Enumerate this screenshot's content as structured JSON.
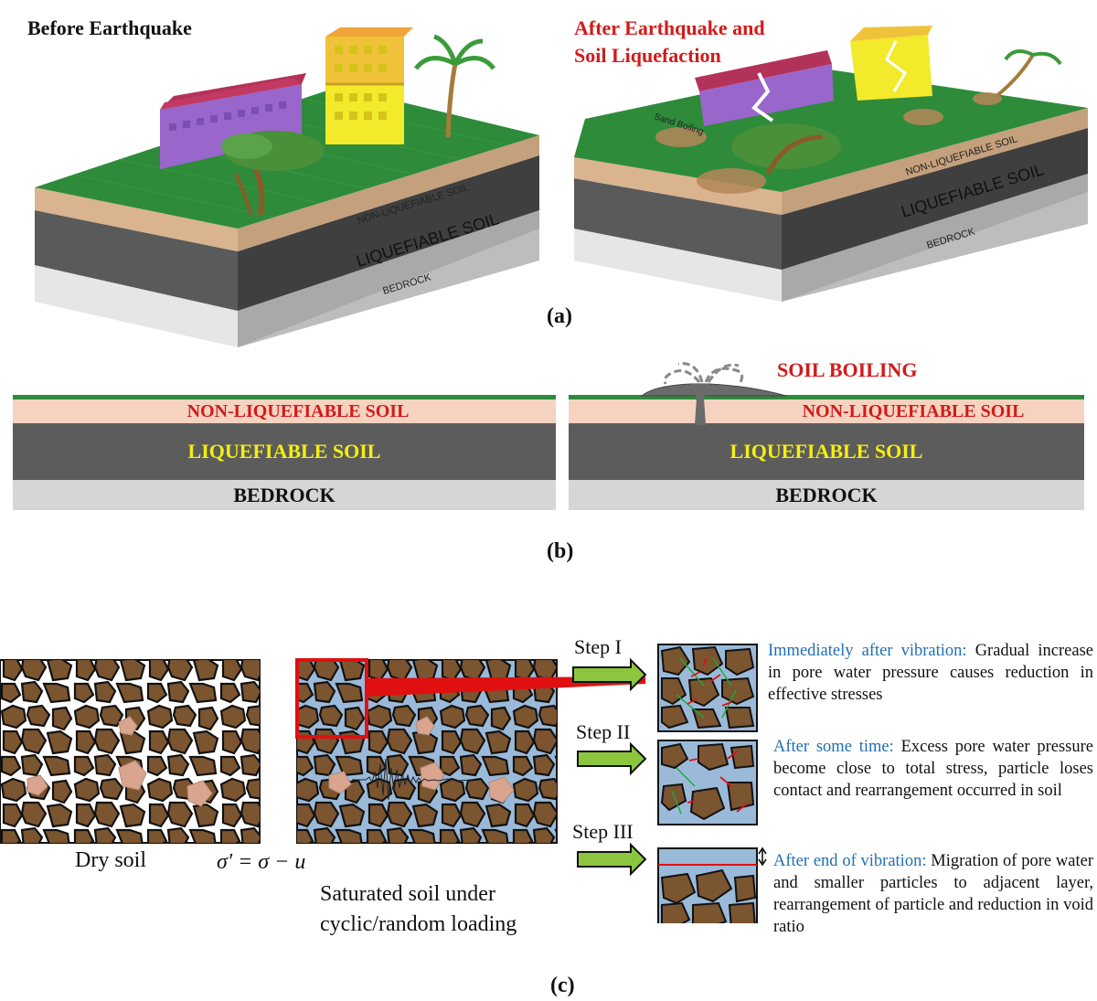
{
  "panel_a": {
    "label": "(a)",
    "before": {
      "title": "Before Earthquake",
      "layers": [
        "NON-LIQUEFIABLE SOIL",
        "LIQUEFIABLE SOIL",
        "BEDROCK"
      ]
    },
    "after": {
      "title_line1": "After Earthquake and",
      "title_line2": "Soil Liquefaction",
      "sand_boiling": "Sand Boiling",
      "layers": [
        "NON-LIQUEFIABLE SOIL",
        "LIQUEFIABLE SOIL",
        "BEDROCK"
      ]
    }
  },
  "panel_b": {
    "label": "(b)",
    "soil_boiling": "SOIL BOILING",
    "layers": {
      "non_liquefiable": "NON-LIQUEFIABLE SOIL",
      "liquefiable": "LIQUEFIABLE SOIL",
      "bedrock": "BEDROCK"
    }
  },
  "panel_c": {
    "label": "(c)",
    "dry_soil": "Dry soil",
    "equation": "σ′ = σ − u",
    "saturated_line1": "Saturated soil under",
    "saturated_line2": "cyclic/random loading",
    "steps": [
      {
        "label": "Step I",
        "lead": "Immediately after vibration:",
        "text": " Gradual increase in pore water pressure causes reduction in effective stresses"
      },
      {
        "label": "Step II",
        "lead": "After some time:",
        "text": " Excess pore water pressure become close to total stress, particle loses contact and rearrangement occurred in soil"
      },
      {
        "label": "Step III",
        "lead": "After end of vibration:",
        "text": " Migration of pore water and smaller particles to adjacent layer, rearrangement of particle and reduction in void ratio"
      }
    ]
  },
  "colors": {
    "grass": "#2e8b3a",
    "sand": "#d9b48f",
    "liquefiable": "#555555",
    "bedrock": "#d6d6d6",
    "non_liq_band": "#f6d2c0",
    "red_text": "#d21a1a",
    "yellow_text": "#f4ef10",
    "water": "#9bbad9",
    "particle": "#7b5430",
    "step_arrow": "#8cc63f",
    "blue_lead": "#1f6fb5"
  }
}
